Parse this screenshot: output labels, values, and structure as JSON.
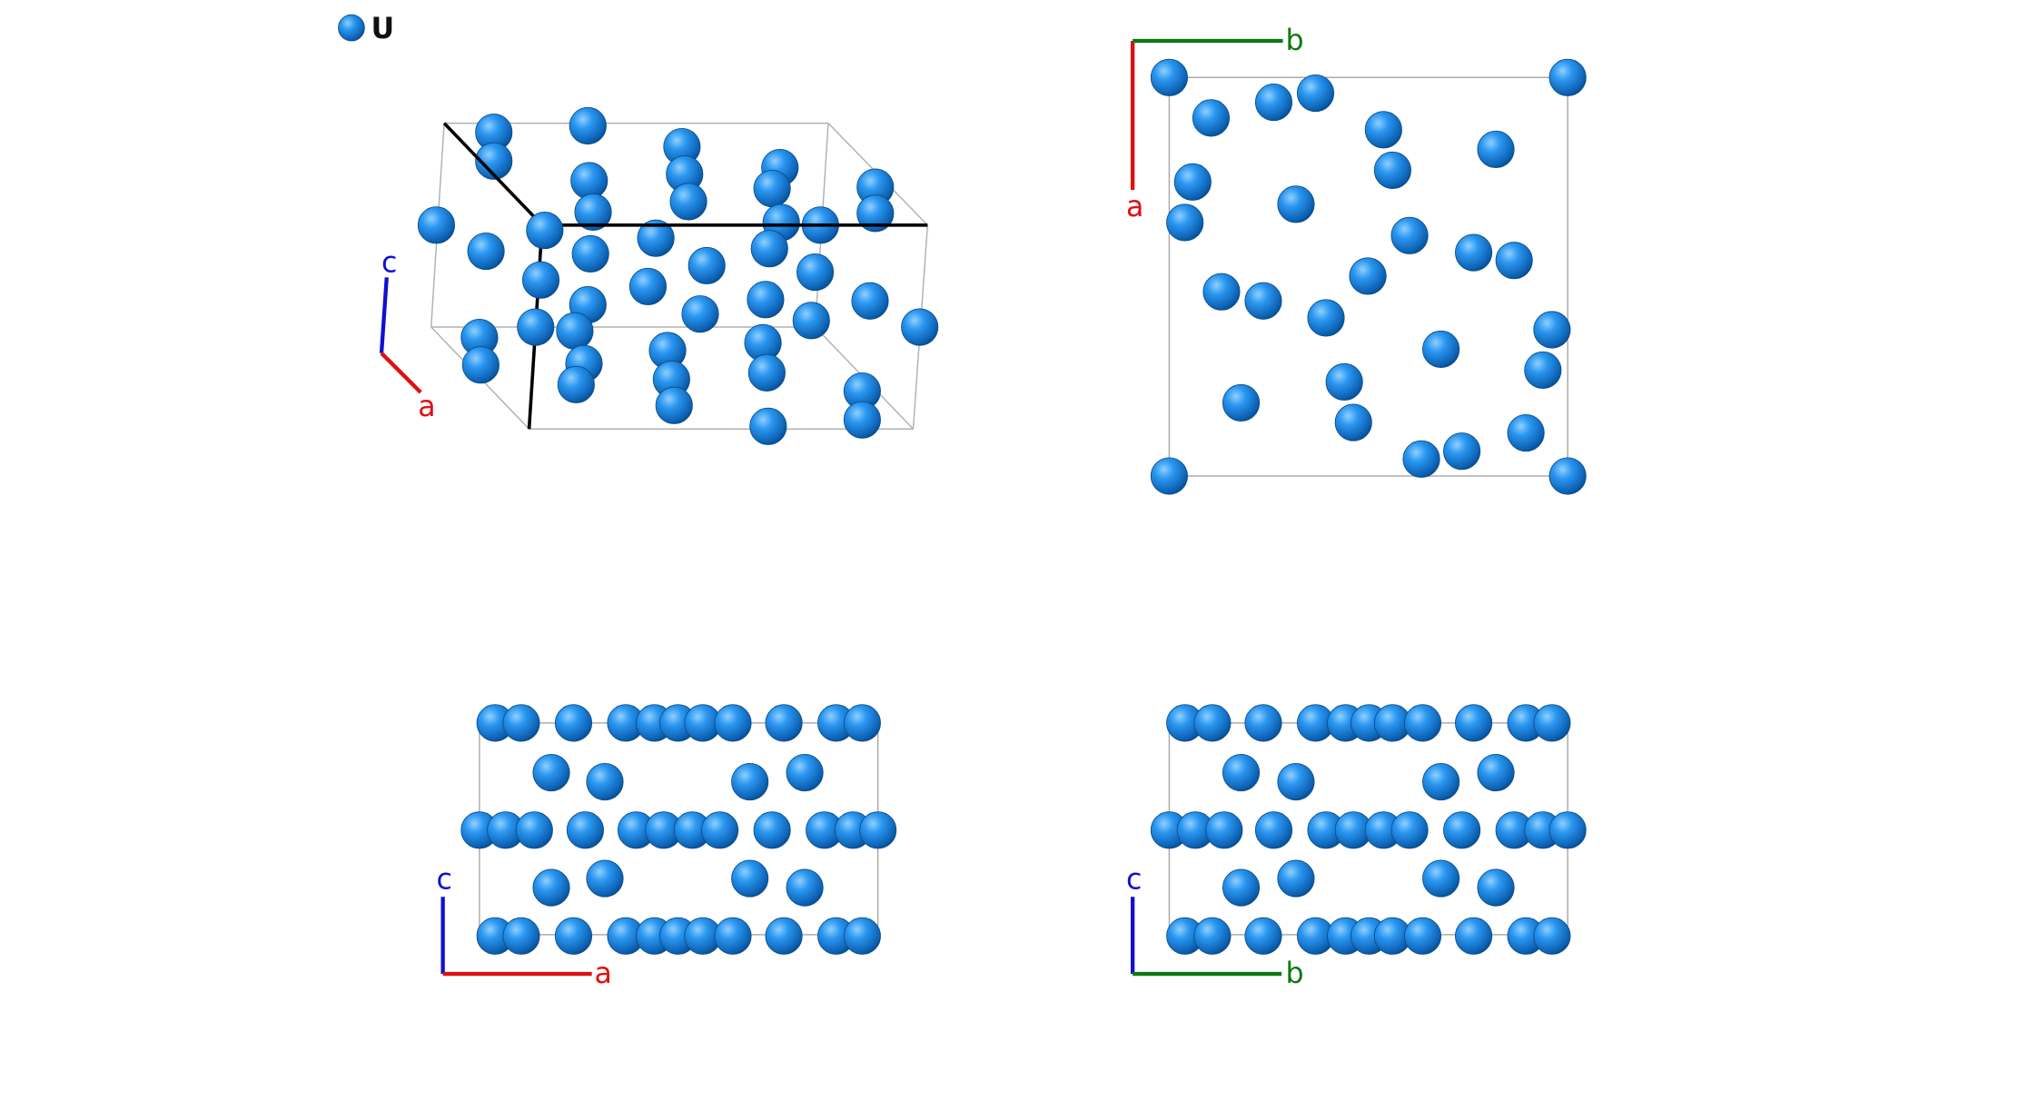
{
  "legend": {
    "element": "U",
    "color": "#1a7fd8"
  },
  "colors": {
    "atom": "#1a7fd8",
    "axis_a": "#e01010",
    "axis_b": "#0a7a10",
    "axis_c": "#1010d0",
    "cell": "#a8a8a8",
    "cell_bold": "#000000"
  },
  "views": {
    "perspective": {
      "axes": {
        "a": "a",
        "c": "c"
      }
    },
    "top": {
      "axes": {
        "a": "a",
        "b": "b"
      }
    },
    "front": {
      "axes": {
        "c": "c",
        "a": "a"
      }
    },
    "side": {
      "axes": {
        "c": "c",
        "b": "b"
      }
    }
  }
}
